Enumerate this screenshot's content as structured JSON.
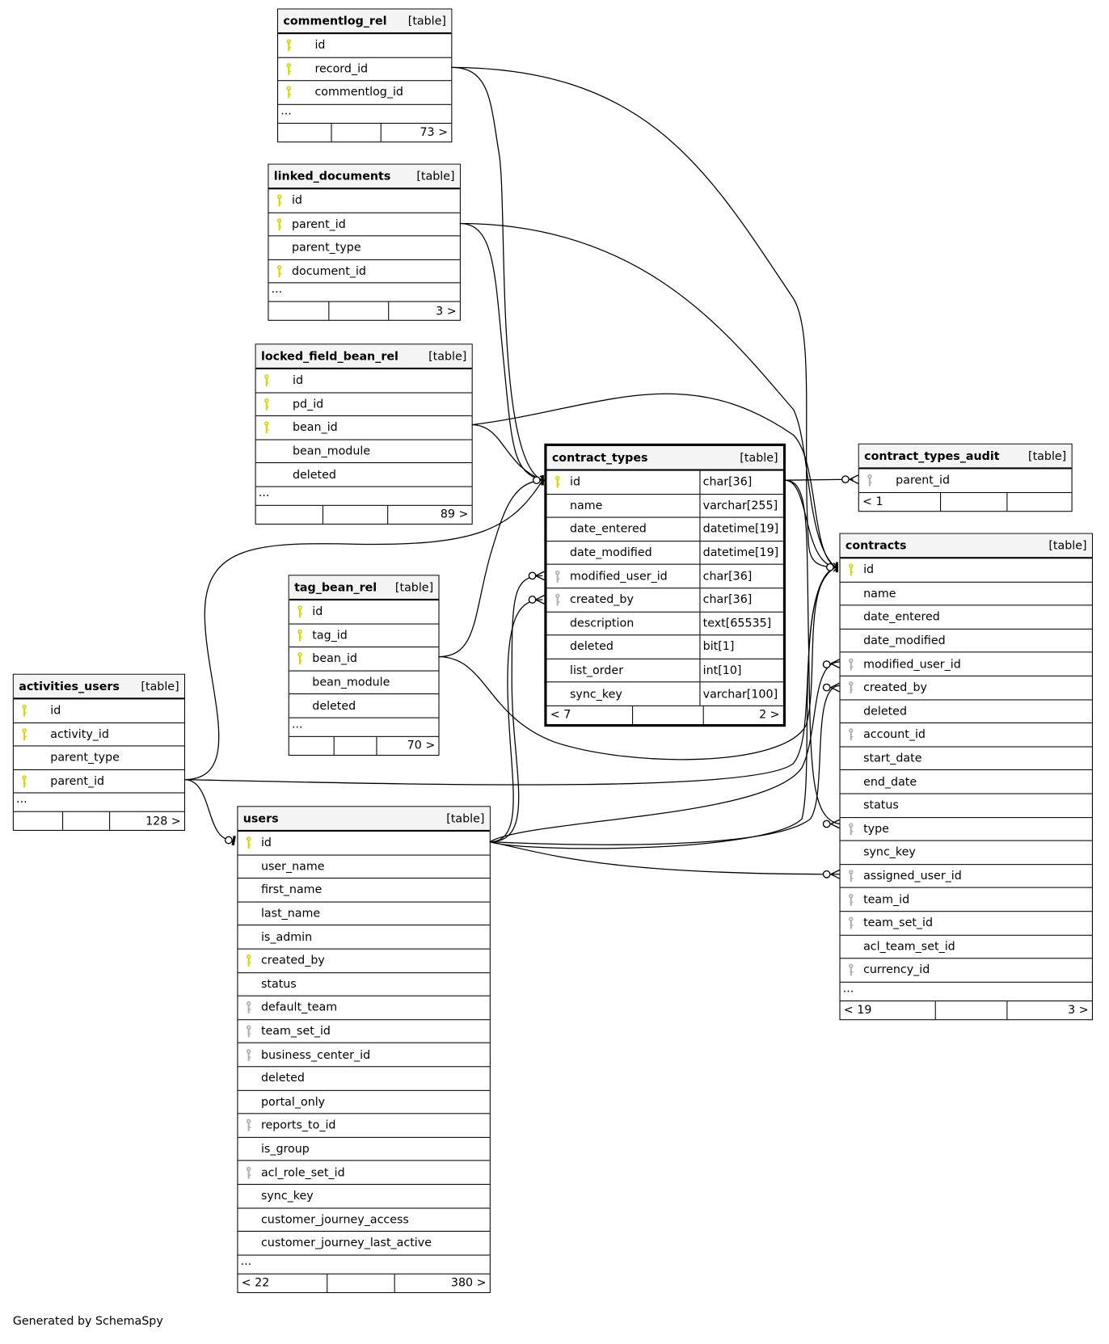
{
  "tables": [
    {
      "name": "commentlog_rel",
      "kind": "[table]",
      "indent": true,
      "rows": [
        [
          "id",
          "pk"
        ],
        [
          "record_id",
          "pk"
        ],
        [
          "commentlog_id",
          "pk"
        ]
      ],
      "ellipsis": "...",
      "footer": [
        "",
        "",
        "73 >"
      ]
    },
    {
      "name": "linked_documents",
      "kind": "[table]",
      "rows": [
        [
          "id",
          "pk"
        ],
        [
          "parent_id",
          "pk"
        ],
        [
          "parent_type",
          ""
        ],
        [
          "document_id",
          "pk"
        ]
      ],
      "ellipsis": "...",
      "footer": [
        "",
        "",
        "3 >"
      ]
    },
    {
      "name": "locked_field_bean_rel",
      "kind": "[table]",
      "indent": true,
      "rows": [
        [
          "id",
          "pk"
        ],
        [
          "pd_id",
          "pk"
        ],
        [
          "bean_id",
          "pk"
        ],
        [
          "bean_module",
          ""
        ],
        [
          "deleted",
          ""
        ]
      ],
      "ellipsis": "...",
      "footer": [
        "",
        "",
        "89 >"
      ]
    },
    {
      "name": "tag_bean_rel",
      "kind": "[table]",
      "rows": [
        [
          "id",
          "pk"
        ],
        [
          "tag_id",
          "pk"
        ],
        [
          "bean_id",
          "pk"
        ],
        [
          "bean_module",
          ""
        ],
        [
          "deleted",
          ""
        ]
      ],
      "ellipsis": "...",
      "footer": [
        "",
        "",
        "70 >"
      ]
    },
    {
      "name": "activities_users",
      "kind": "[table]",
      "indent": true,
      "rows": [
        [
          "id",
          "pk"
        ],
        [
          "activity_id",
          "pk"
        ],
        [
          "parent_type",
          ""
        ],
        [
          "parent_id",
          "pk"
        ]
      ],
      "ellipsis": "...",
      "footer": [
        "",
        "",
        "128 >"
      ]
    },
    {
      "name": "users",
      "kind": "[table]",
      "rows": [
        [
          "id",
          "pk"
        ],
        [
          "user_name",
          ""
        ],
        [
          "first_name",
          ""
        ],
        [
          "last_name",
          ""
        ],
        [
          "is_admin",
          ""
        ],
        [
          "created_by",
          "pk"
        ],
        [
          "status",
          ""
        ],
        [
          "default_team",
          "fk"
        ],
        [
          "team_set_id",
          "fk"
        ],
        [
          "business_center_id",
          "fk"
        ],
        [
          "deleted",
          ""
        ],
        [
          "portal_only",
          ""
        ],
        [
          "reports_to_id",
          "fk"
        ],
        [
          "is_group",
          ""
        ],
        [
          "acl_role_set_id",
          "fk"
        ],
        [
          "sync_key",
          ""
        ],
        [
          "customer_journey_access",
          ""
        ],
        [
          "customer_journey_last_active",
          ""
        ]
      ],
      "ellipsis": "...",
      "footer": [
        "< 22",
        "",
        "380 >"
      ]
    },
    {
      "name": "contract_types",
      "kind": "[table]",
      "focus": true,
      "rows": [
        [
          "id",
          "pk",
          "char[36]"
        ],
        [
          "name",
          "",
          "varchar[255]"
        ],
        [
          "date_entered",
          "",
          "datetime[19]"
        ],
        [
          "date_modified",
          "",
          "datetime[19]"
        ],
        [
          "modified_user_id",
          "fk",
          "char[36]"
        ],
        [
          "created_by",
          "fk",
          "char[36]"
        ],
        [
          "description",
          "",
          "text[65535]"
        ],
        [
          "deleted",
          "",
          "bit[1]"
        ],
        [
          "list_order",
          "",
          "int[10]"
        ],
        [
          "sync_key",
          "",
          "varchar[100]"
        ]
      ],
      "footer": [
        "< 7",
        "",
        "2 >"
      ]
    },
    {
      "name": "contract_types_audit",
      "kind": "[table]",
      "indent": true,
      "rows": [
        [
          "parent_id",
          "fk"
        ]
      ],
      "footer": [
        "< 1",
        "",
        ""
      ]
    },
    {
      "name": "contracts",
      "kind": "[table]",
      "rows": [
        [
          "id",
          "pk"
        ],
        [
          "name",
          ""
        ],
        [
          "date_entered",
          ""
        ],
        [
          "date_modified",
          ""
        ],
        [
          "modified_user_id",
          "fk"
        ],
        [
          "created_by",
          "fk"
        ],
        [
          "deleted",
          ""
        ],
        [
          "account_id",
          "fk"
        ],
        [
          "start_date",
          ""
        ],
        [
          "end_date",
          ""
        ],
        [
          "status",
          ""
        ],
        [
          "type",
          "fk"
        ],
        [
          "sync_key",
          ""
        ],
        [
          "assigned_user_id",
          "fk"
        ],
        [
          "team_id",
          "fk"
        ],
        [
          "team_set_id",
          "fk"
        ],
        [
          "acl_team_set_id",
          ""
        ],
        [
          "currency_id",
          "fk"
        ]
      ],
      "ellipsis": "...",
      "footer": [
        "< 19",
        "",
        "3 >"
      ]
    }
  ],
  "credit": "Generated by SchemaSpy",
  "colors": {
    "pk_key": "#d6d600",
    "fk_key": "#b0b0b0",
    "header_bg": "#f4f4f4"
  }
}
